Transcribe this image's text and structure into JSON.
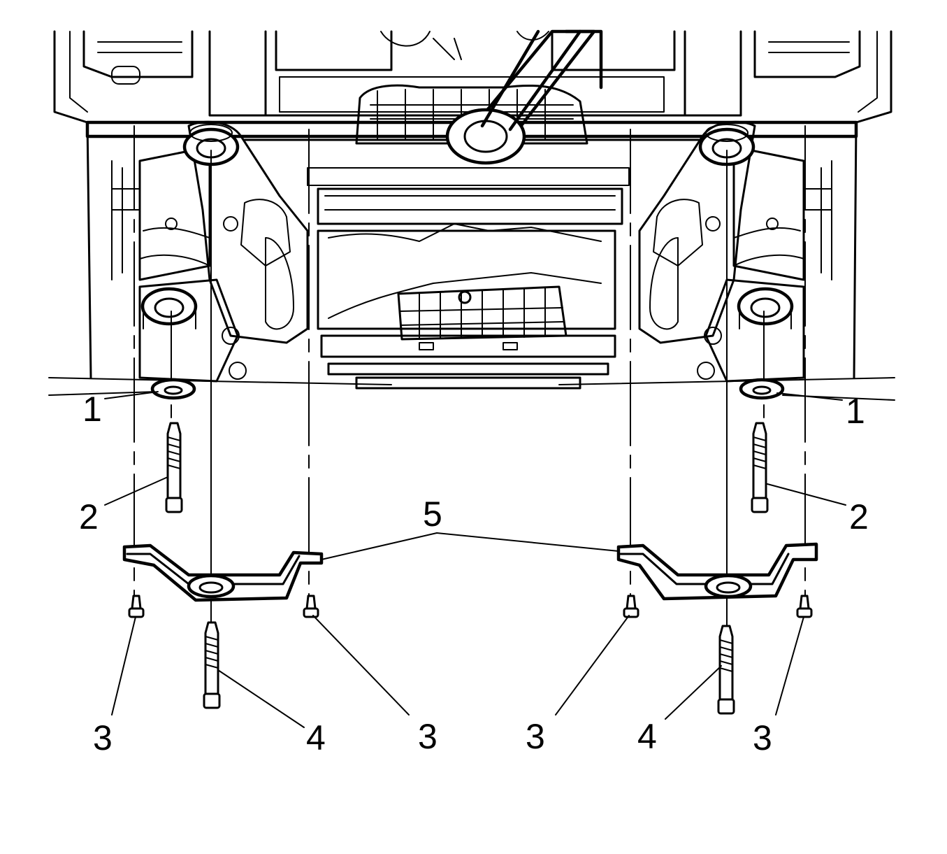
{
  "callouts": {
    "c1_left": "1",
    "c1_right": "1",
    "c2_left": "2",
    "c2_right": "2",
    "c3_a": "3",
    "c3_b": "3",
    "c3_c": "3",
    "c3_d": "3",
    "c4_left": "4",
    "c4_right": "4",
    "c5": "5"
  },
  "colors": {
    "line": "#000000",
    "background": "#ffffff"
  }
}
